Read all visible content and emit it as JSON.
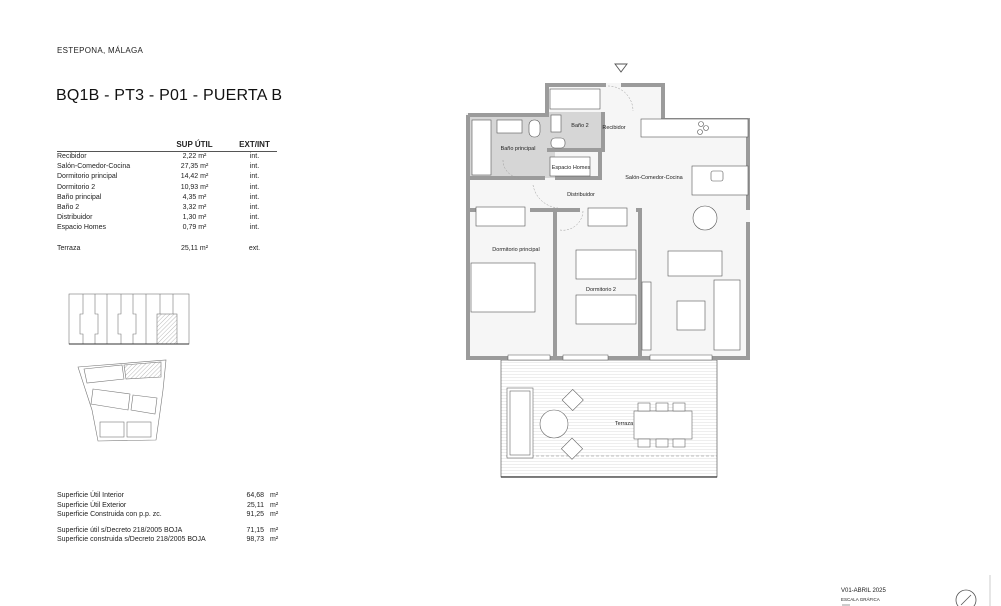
{
  "header": {
    "location": "ESTEPONA, MÁLAGA",
    "title": "BQ1B - PT3 - P01 - PUERTA B"
  },
  "rooms_table": {
    "headers": [
      "",
      "SUP ÚTIL",
      "EXT/INT"
    ],
    "rows": [
      {
        "name": "Recibidor",
        "area": "2,22 m²",
        "type": "int."
      },
      {
        "name": "Salón-Comedor-Cocina",
        "area": "27,35 m²",
        "type": "int."
      },
      {
        "name": "Dormitorio principal",
        "area": "14,42 m²",
        "type": "int."
      },
      {
        "name": "Dormitorio 2",
        "area": "10,93 m²",
        "type": "int."
      },
      {
        "name": "Baño principal",
        "area": "4,35 m²",
        "type": "int."
      },
      {
        "name": "Baño 2",
        "area": "3,32 m²",
        "type": "int."
      },
      {
        "name": "Distribuidor",
        "area": "1,30 m²",
        "type": "int."
      },
      {
        "name": "Espacio Homes",
        "area": "0,79 m²",
        "type": "int."
      }
    ],
    "terrace": {
      "name": "Terraza",
      "area": "25,11 m²",
      "type": "ext."
    }
  },
  "summary": [
    {
      "label": "Superficie Útil Interior",
      "value": "64,68",
      "unit": "m²"
    },
    {
      "label": "Superficie Útil Exterior",
      "value": "25,11",
      "unit": "m²"
    },
    {
      "label": "Superficie Construida con p.p. zc.",
      "value": "91,25",
      "unit": "m²"
    },
    {
      "label": "Superficie útil s/Decreto 218/2005 BOJA",
      "value": "71,15",
      "unit": "m²"
    },
    {
      "label": "Superficie construida s/Decreto 218/2005 BOJA",
      "value": "98,73",
      "unit": "m²"
    }
  ],
  "plan_labels": {
    "recibidor": "Recibidor",
    "bano2": "Baño 2",
    "bano_principal": "Baño principal",
    "espacio_homes": "Espacio Homes",
    "salon": "Salón-Comedor-Cocina",
    "distribuidor": "Distribuidor",
    "dormitorio_principal": "Dormitorio principal",
    "dormitorio2": "Dormitorio 2",
    "terraza": "Terraza"
  },
  "footer": {
    "version": "V01-ABRIL 2025",
    "scale_label": "ESCALA GRÁFICA"
  },
  "colors": {
    "wall": "#9b9b9b",
    "bath_floor": "#d4d4d4",
    "highlight_hatch": "#bdbdbd"
  }
}
